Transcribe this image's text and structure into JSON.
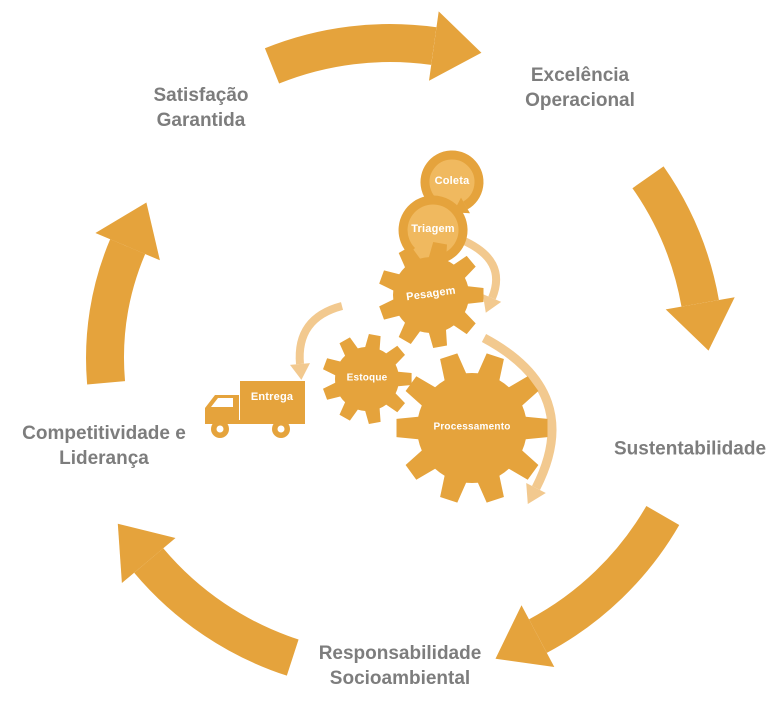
{
  "colors": {
    "accent": "#E5A33C",
    "accent_mid": "#F0B95F",
    "accent_light": "#F2C98F",
    "label_gray": "#7D7D7D"
  },
  "outer_labels": {
    "satisfacao": {
      "line1": "Satisfação",
      "line2": "Garantida"
    },
    "excelencia": {
      "line1": "Excelência",
      "line2": "Operacional"
    },
    "sustentabilidade": {
      "line1": "Sustentabilidade"
    },
    "responsabilidade": {
      "line1": "Responsabilidade",
      "line2": "Socioambiental"
    },
    "competitividade": {
      "line1": "Competitividade e",
      "line2": "Liderança"
    }
  },
  "process_steps": {
    "coleta": "Coleta",
    "triagem": "Triagem",
    "pesagem": "Pesagem",
    "estoque": "Estoque",
    "processamento": "Processamento",
    "entrega": "Entrega"
  }
}
